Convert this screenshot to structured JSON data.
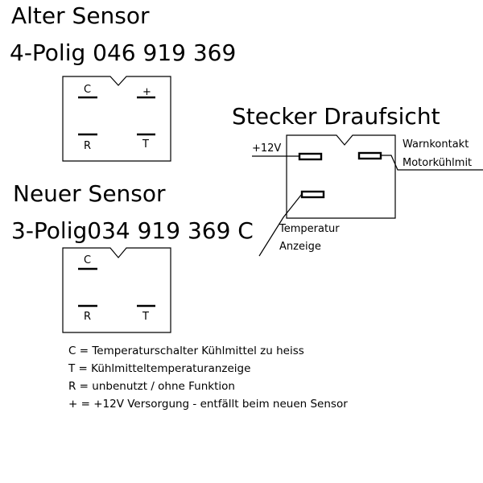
{
  "old_sensor": {
    "title": "Alter Sensor",
    "subtitle": "4-Polig 046 919 369",
    "pins": {
      "top_left": "C",
      "top_right": "+",
      "bottom_left": "R",
      "bottom_right": "T"
    }
  },
  "new_sensor": {
    "title": "Neuer Sensor",
    "subtitle": "3-Polig034 919 369 C",
    "pins": {
      "top_left": "C",
      "bottom_left": "R",
      "bottom_right": "T"
    }
  },
  "connector": {
    "title": "Stecker Draufsicht",
    "labels": {
      "plus12v": "+12V",
      "warn_line1": "Warnkontakt",
      "warn_line2": "Motorkühlmit",
      "temp_line1": "Temperatur",
      "temp_line2": "Anzeige"
    }
  },
  "legend": [
    "C = Temperaturschalter Kühlmittel zu heiss",
    "T = Kühlmitteltemperaturanzeige",
    "R = unbenutzt / ohne Funktion",
    "+ = +12V Versorgung - entfällt beim neuen Sensor"
  ]
}
